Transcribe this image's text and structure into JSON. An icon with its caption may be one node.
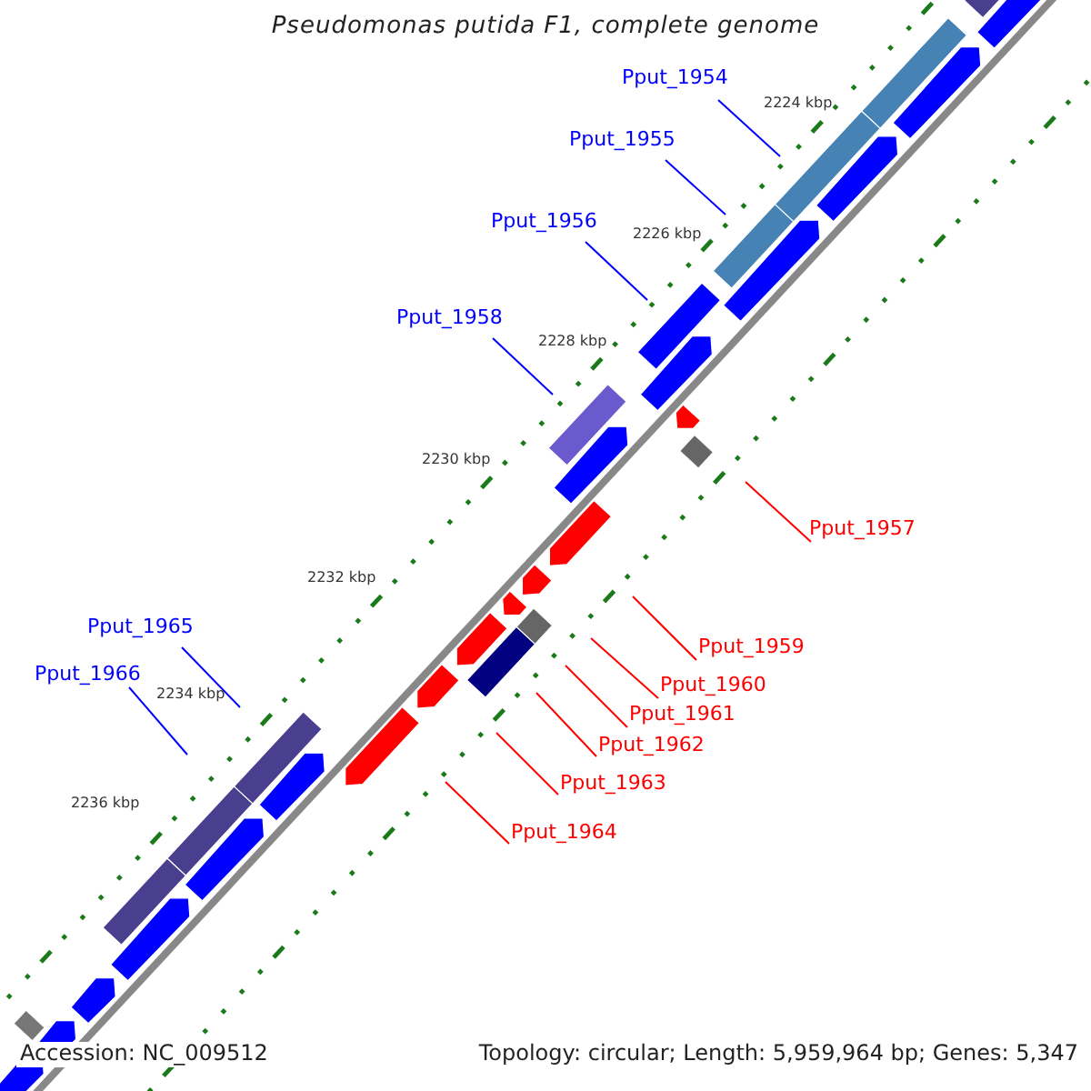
{
  "diagram": {
    "title": "Pseudomonas putida F1, complete genome",
    "nodes": [
      {
        "text": [
          "Pput_1954"
        ]
      },
      {
        "text": [
          "Pput_1955"
        ]
      },
      {
        "text": [
          "Pput_1956"
        ]
      },
      {
        "text": [
          "Pput_1958"
        ]
      },
      {
        "text": [
          "Pput_1957"
        ]
      },
      {
        "text": [
          "Pput_1965"
        ]
      },
      {
        "text": [
          "Pput_1959"
        ]
      },
      {
        "text": [
          "Pput_1966"
        ]
      },
      {
        "text": [
          "Pput_1960"
        ]
      },
      {
        "text": [
          "Pput_1961"
        ]
      },
      {
        "text": [
          "Pput_1962"
        ]
      },
      {
        "text": [
          "Pput_1963"
        ]
      },
      {
        "text": [
          "Pput_1964"
        ]
      }
    ],
    "edges": [
      {
        "from": 0,
        "to": null,
        "arrow": "none",
        "color": "#0000ff"
      },
      {
        "from": 1,
        "to": null,
        "arrow": "none",
        "color": "#0000ff"
      },
      {
        "from": 2,
        "to": null,
        "arrow": "none",
        "color": "#0000ff"
      },
      {
        "from": 3,
        "to": null,
        "arrow": "none",
        "color": "#0000ff"
      },
      {
        "from": 4,
        "to": null,
        "arrow": "none",
        "color": "#ff0000"
      },
      {
        "from": 5,
        "to": null,
        "arrow": "none",
        "color": "#0000ff"
      },
      {
        "from": 6,
        "to": null,
        "arrow": "none",
        "color": "#ff0000"
      },
      {
        "from": 7,
        "to": null,
        "arrow": "none",
        "color": "#0000ff"
      },
      {
        "from": 8,
        "to": null,
        "arrow": "none",
        "color": "#ff0000"
      },
      {
        "from": 9,
        "to": null,
        "arrow": "none",
        "color": "#ff0000"
      },
      {
        "from": 10,
        "to": null,
        "arrow": "none",
        "color": "#ff0000"
      },
      {
        "from": 11,
        "to": null,
        "arrow": "none",
        "color": "#ff0000"
      },
      {
        "from": 12,
        "to": null,
        "arrow": "none",
        "color": "#ff0000"
      }
    ],
    "labels": [
      "2224 kbp",
      "2226 kbp",
      "2228 kbp",
      "2230 kbp",
      "2232 kbp",
      "2234 kbp",
      "2236 kbp",
      "Accession: NC_009512",
      "Topology: circular; Length: 5,959,964 bp; Genes: 5,347"
    ]
  }
}
